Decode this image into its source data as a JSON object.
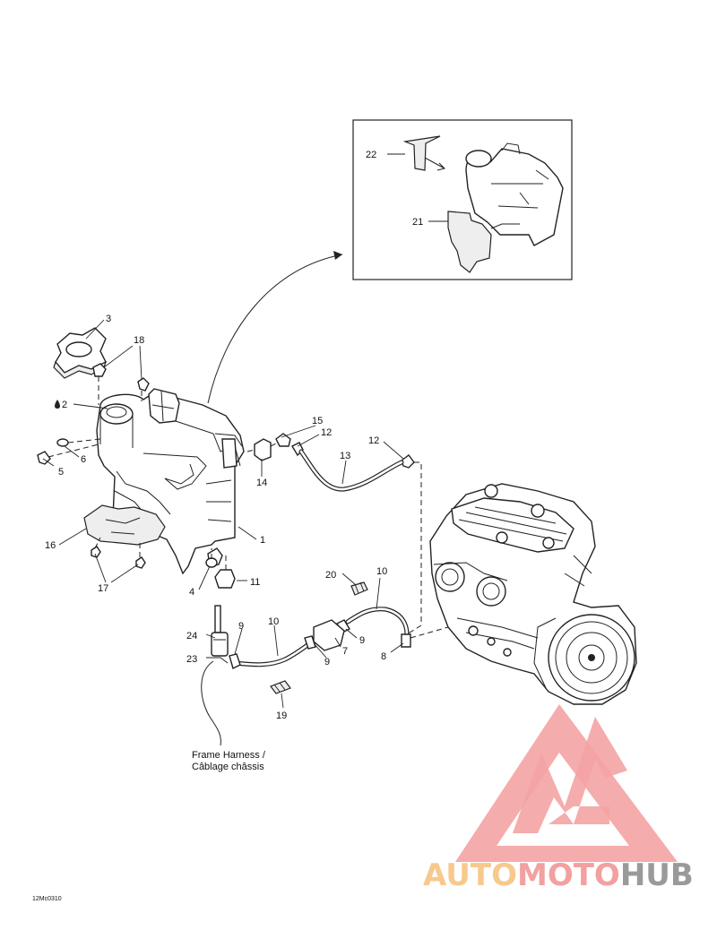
{
  "callouts": [
    {
      "id": "c1",
      "text": "1"
    },
    {
      "id": "c2",
      "text": "2"
    },
    {
      "id": "c3",
      "text": "3"
    },
    {
      "id": "c4",
      "text": "4"
    },
    {
      "id": "c5",
      "text": "5"
    },
    {
      "id": "c6",
      "text": "6"
    },
    {
      "id": "c7",
      "text": "7"
    },
    {
      "id": "c8",
      "text": "8"
    },
    {
      "id": "c9a",
      "text": "9"
    },
    {
      "id": "c9b",
      "text": "9"
    },
    {
      "id": "c9c",
      "text": "9"
    },
    {
      "id": "c10a",
      "text": "10"
    },
    {
      "id": "c10b",
      "text": "10"
    },
    {
      "id": "c11",
      "text": "11"
    },
    {
      "id": "c12a",
      "text": "12"
    },
    {
      "id": "c12b",
      "text": "12"
    },
    {
      "id": "c13",
      "text": "13"
    },
    {
      "id": "c14",
      "text": "14"
    },
    {
      "id": "c15",
      "text": "15"
    },
    {
      "id": "c16",
      "text": "16"
    },
    {
      "id": "c17",
      "text": "17"
    },
    {
      "id": "c18",
      "text": "18"
    },
    {
      "id": "c19",
      "text": "19"
    },
    {
      "id": "c20",
      "text": "20"
    },
    {
      "id": "c21",
      "text": "21"
    },
    {
      "id": "c22",
      "text": "22"
    },
    {
      "id": "c23",
      "text": "23"
    },
    {
      "id": "c24",
      "text": "24"
    }
  ],
  "harness_label_line1": "Frame Harness /",
  "harness_label_line2": "Câblage châssis",
  "figure_code": "12Mc0310",
  "watermark": {
    "part1": "AUTO",
    "part2": "MOTO",
    "part3": "HUB",
    "color1": "#f7c98e",
    "color2": "#f2a0a0",
    "color3": "#9a9a9a"
  }
}
